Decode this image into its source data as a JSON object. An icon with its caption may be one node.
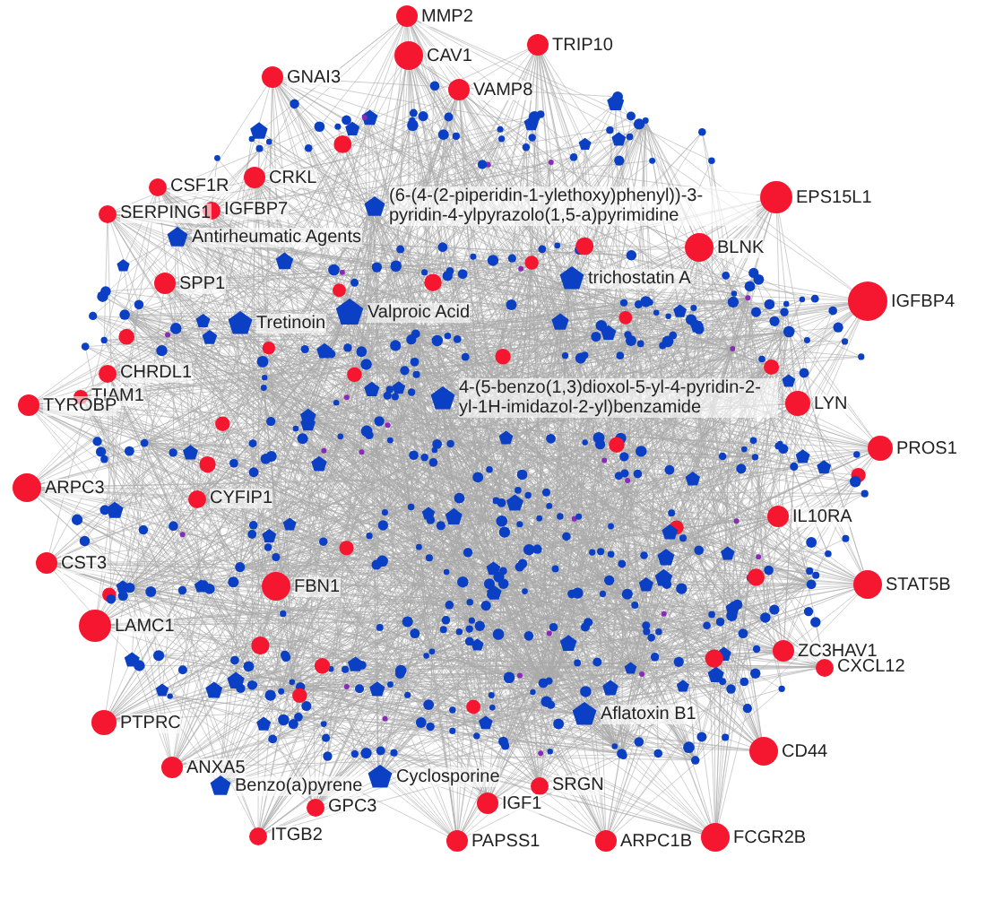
{
  "diagram": {
    "nodes": [
      {
        "text": [
          "MMP2"
        ]
      },
      {
        "text": [
          "CAV1"
        ]
      },
      {
        "text": [
          "TRIP10"
        ]
      },
      {
        "text": [
          "GNAI3"
        ]
      },
      {
        "text": [
          "VAMP8"
        ]
      },
      {
        "text": [
          "CRKL"
        ]
      },
      {
        "text": [
          "CSF1R"
        ]
      },
      {
        "text": [
          "EPS15L1"
        ]
      },
      {
        "text": [
          "(6-(4-(2-piperidin-1-ylethoxy)phenyl))-3-pyridin-4-ylpyrazolo(1,5-a)pyrimidine"
        ]
      },
      {
        "text": [
          "IGFBP7"
        ]
      },
      {
        "text": [
          "SERPING1"
        ]
      },
      {
        "text": [
          "Antirheumatic Agents"
        ]
      },
      {
        "text": [
          "BLNK"
        ]
      },
      {
        "text": [
          "trichostatin A"
        ]
      },
      {
        "text": [
          "SPP1"
        ]
      },
      {
        "text": [
          "IGFBP4"
        ]
      },
      {
        "text": [
          "Tretinoin"
        ]
      },
      {
        "text": [
          "Valproic Acid"
        ]
      },
      {
        "text": [
          "CHRDL1"
        ]
      },
      {
        "text": [
          "TIAM1"
        ]
      },
      {
        "text": [
          "TYROBP"
        ]
      },
      {
        "text": [
          "4-(5-benzo(1,3)dioxol-5-yl-4-pyridin-2-yl-1H-imidazol-2-yl)benzamide"
        ]
      },
      {
        "text": [
          "LYN"
        ]
      },
      {
        "text": [
          "PROS1"
        ]
      },
      {
        "text": [
          "ARPC3"
        ]
      },
      {
        "text": [
          "CYFIP1"
        ]
      },
      {
        "text": [
          "IL10RA"
        ]
      },
      {
        "text": [
          "CST3"
        ]
      },
      {
        "text": [
          "FBN1"
        ]
      },
      {
        "text": [
          "STAT5B"
        ]
      },
      {
        "text": [
          "LAMC1"
        ]
      },
      {
        "text": [
          "ZC3HAV1"
        ]
      },
      {
        "text": [
          "CXCL12"
        ]
      },
      {
        "text": [
          "PTPRC"
        ]
      },
      {
        "text": [
          "Aflatoxin B1"
        ]
      },
      {
        "text": [
          "CD44"
        ]
      },
      {
        "text": [
          "ANXA5"
        ]
      },
      {
        "text": [
          "Cyclosporine"
        ]
      },
      {
        "text": [
          "Benzo(a)pyrene"
        ]
      },
      {
        "text": [
          "SRGN"
        ]
      },
      {
        "text": [
          "IGF1"
        ]
      },
      {
        "text": [
          "GPC3"
        ]
      },
      {
        "text": [
          "ITGB2"
        ]
      },
      {
        "text": [
          "PAPSS1"
        ]
      },
      {
        "text": [
          "ARPC1B"
        ]
      },
      {
        "text": [
          "FCGR2B"
        ]
      }
    ]
  }
}
